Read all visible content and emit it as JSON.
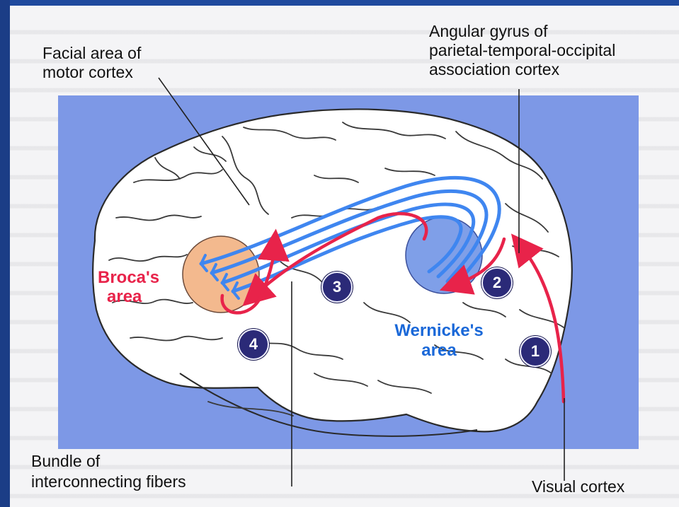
{
  "labels": {
    "facial_area_line1": "Facial area of",
    "facial_area_line2": "motor cortex",
    "angular_gyrus_line1": "Angular gyrus of",
    "angular_gyrus_line2": "parietal-temporal-occipital",
    "angular_gyrus_line3": "association cortex",
    "broca_line1": "Broca's",
    "broca_line2": "area",
    "wernicke_line1": "Wernicke's",
    "wernicke_line2": "area",
    "bundle_line1": "Bundle of",
    "bundle_line2": "interconnecting fibers",
    "visual_cortex": "Visual cortex"
  },
  "steps": [
    "1",
    "2",
    "3",
    "4"
  ],
  "colors": {
    "panel": "#7d98e6",
    "brain_fill": "#ffffff",
    "broca_fill": "#f3b98e",
    "wernicke_fill": "#7f9fe8",
    "pathway_red": "#e8234a",
    "fiber_blue": "#3f86f0",
    "step_circle": "#2b2a78"
  }
}
